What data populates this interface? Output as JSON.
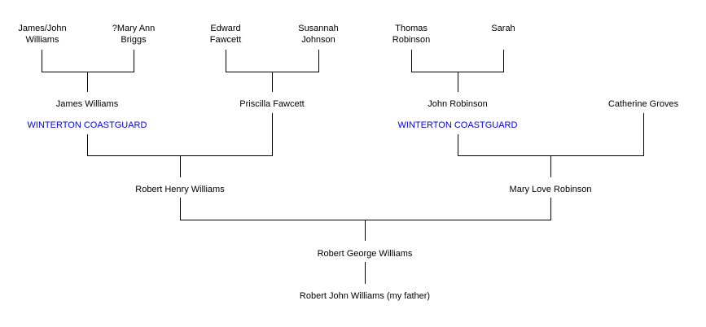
{
  "colors": {
    "line": "#000000",
    "text": "#000000",
    "link": "#0000ee"
  },
  "tree": {
    "james_john_williams": [
      "James/John",
      "Williams"
    ],
    "mary_ann_briggs": [
      "?Mary Ann",
      "Briggs"
    ],
    "edward_fawcett": [
      "Edward",
      "Fawcett"
    ],
    "susannah_johnson": [
      "Susannah",
      "Johnson"
    ],
    "thomas_robinson": [
      "Thomas",
      "Robinson"
    ],
    "sarah": "Sarah",
    "james_williams": "James Williams",
    "priscilla_fawcett": "Priscilla Fawcett",
    "john_robinson": "John Robinson",
    "catherine_groves": "Catherine Groves",
    "james_williams_link": "WINTERTON COASTGUARD",
    "john_robinson_link": "WINTERTON COASTGUARD",
    "robert_henry_williams": "Robert Henry Williams",
    "mary_love_robinson": "Mary Love Robinson",
    "robert_george_williams": "Robert George Williams",
    "robert_john_williams": "Robert John Williams (my father)"
  }
}
